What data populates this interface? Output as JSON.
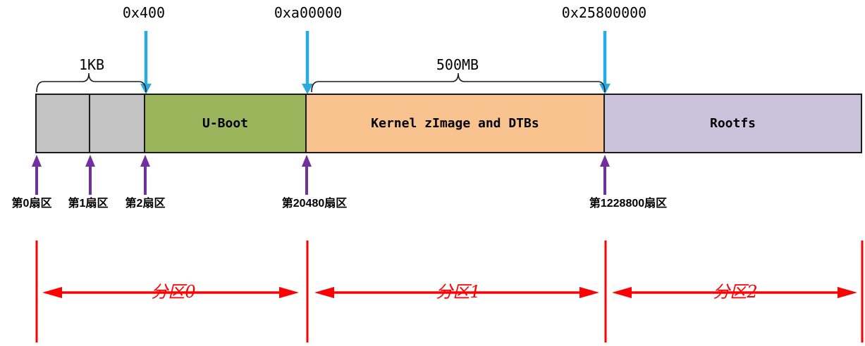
{
  "offsets": [
    {
      "label": "0x400"
    },
    {
      "label": "0xa00000"
    },
    {
      "label": "0x25800000"
    }
  ],
  "sizes": [
    {
      "label": "1KB"
    },
    {
      "label": "500MB"
    }
  ],
  "segments": [
    {
      "name": "reserved-sector-0",
      "label": ""
    },
    {
      "name": "reserved-sector-1",
      "label": ""
    },
    {
      "name": "u-boot",
      "label": "U-Boot"
    },
    {
      "name": "kernel",
      "label": "Kernel zImage and DTBs"
    },
    {
      "name": "rootfs",
      "label": "Rootfs"
    }
  ],
  "sectors": [
    {
      "label": "第0扇区"
    },
    {
      "label": "第1扇区"
    },
    {
      "label": "第2扇区"
    },
    {
      "label": "第20480扇区"
    },
    {
      "label": "第1228800扇区"
    }
  ],
  "partitions": [
    {
      "label": "分区0"
    },
    {
      "label": "分区1"
    },
    {
      "label": "分区2"
    }
  ],
  "colors": {
    "segment_gray": "#c3c3c3",
    "segment_green": "#9bb55c",
    "segment_orange": "#f8c38e",
    "segment_purple": "#cbc3dc",
    "offset_arrow_cyan": "#29abe2",
    "sector_arrow_purple": "#7030a0",
    "partition_red": "#ff0000",
    "outline_black": "#1a1a1a"
  }
}
